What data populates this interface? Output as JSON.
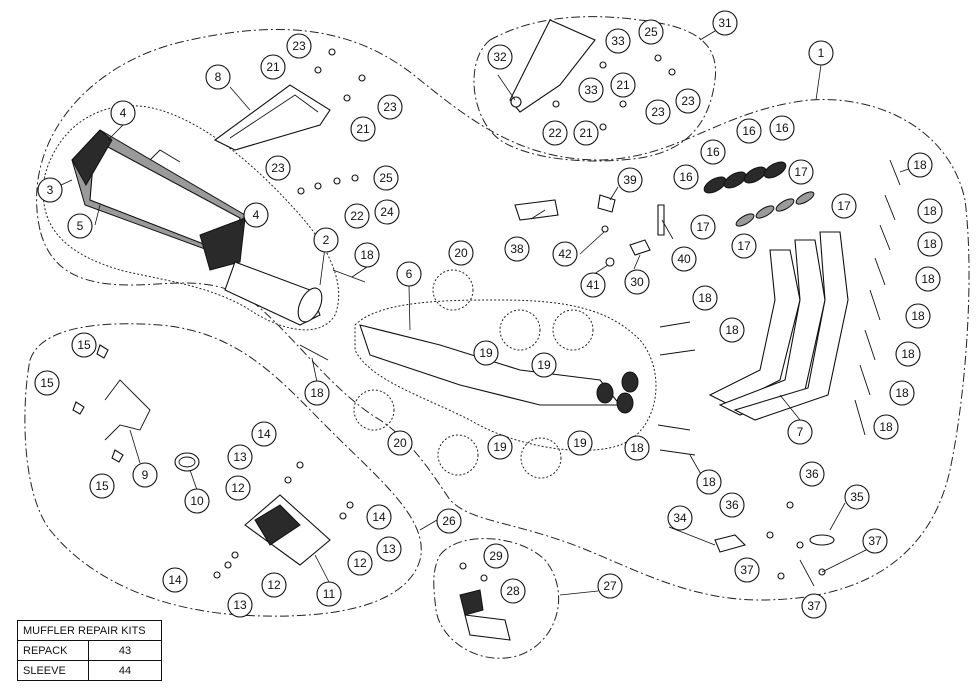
{
  "callouts": [
    {
      "n": "1"
    },
    {
      "n": "2"
    },
    {
      "n": "3"
    },
    {
      "n": "4"
    },
    {
      "n": "4"
    },
    {
      "n": "5"
    },
    {
      "n": "6"
    },
    {
      "n": "7"
    },
    {
      "n": "8"
    },
    {
      "n": "9"
    },
    {
      "n": "10"
    },
    {
      "n": "11"
    },
    {
      "n": "12"
    },
    {
      "n": "12"
    },
    {
      "n": "12"
    },
    {
      "n": "13"
    },
    {
      "n": "13"
    },
    {
      "n": "13"
    },
    {
      "n": "14"
    },
    {
      "n": "14"
    },
    {
      "n": "14"
    },
    {
      "n": "15"
    },
    {
      "n": "15"
    },
    {
      "n": "15"
    },
    {
      "n": "16"
    },
    {
      "n": "16"
    },
    {
      "n": "16"
    },
    {
      "n": "16"
    },
    {
      "n": "17"
    },
    {
      "n": "17"
    },
    {
      "n": "17"
    },
    {
      "n": "17"
    },
    {
      "n": "18"
    },
    {
      "n": "18"
    },
    {
      "n": "18"
    },
    {
      "n": "18"
    },
    {
      "n": "18"
    },
    {
      "n": "18"
    },
    {
      "n": "18"
    },
    {
      "n": "18"
    },
    {
      "n": "18"
    },
    {
      "n": "18"
    },
    {
      "n": "18"
    },
    {
      "n": "18"
    },
    {
      "n": "18"
    },
    {
      "n": "18"
    },
    {
      "n": "18"
    },
    {
      "n": "19"
    },
    {
      "n": "19"
    },
    {
      "n": "19"
    },
    {
      "n": "19"
    },
    {
      "n": "20"
    },
    {
      "n": "20"
    },
    {
      "n": "21"
    },
    {
      "n": "21"
    },
    {
      "n": "21"
    },
    {
      "n": "21"
    },
    {
      "n": "22"
    },
    {
      "n": "22"
    },
    {
      "n": "23"
    },
    {
      "n": "23"
    },
    {
      "n": "23"
    },
    {
      "n": "23"
    },
    {
      "n": "23"
    },
    {
      "n": "24"
    },
    {
      "n": "25"
    },
    {
      "n": "25"
    },
    {
      "n": "26"
    },
    {
      "n": "27"
    },
    {
      "n": "28"
    },
    {
      "n": "29"
    },
    {
      "n": "30"
    },
    {
      "n": "31"
    },
    {
      "n": "32"
    },
    {
      "n": "33"
    },
    {
      "n": "33"
    },
    {
      "n": "34"
    },
    {
      "n": "35"
    },
    {
      "n": "36"
    },
    {
      "n": "36"
    },
    {
      "n": "37"
    },
    {
      "n": "37"
    },
    {
      "n": "37"
    },
    {
      "n": "38"
    },
    {
      "n": "39"
    },
    {
      "n": "40"
    },
    {
      "n": "41"
    },
    {
      "n": "42"
    }
  ],
  "kits": {
    "title": "MUFFLER REPAIR KITS",
    "rows": [
      {
        "label": "REPACK",
        "value": "43"
      },
      {
        "label": "SLEEVE",
        "value": "44"
      }
    ]
  }
}
